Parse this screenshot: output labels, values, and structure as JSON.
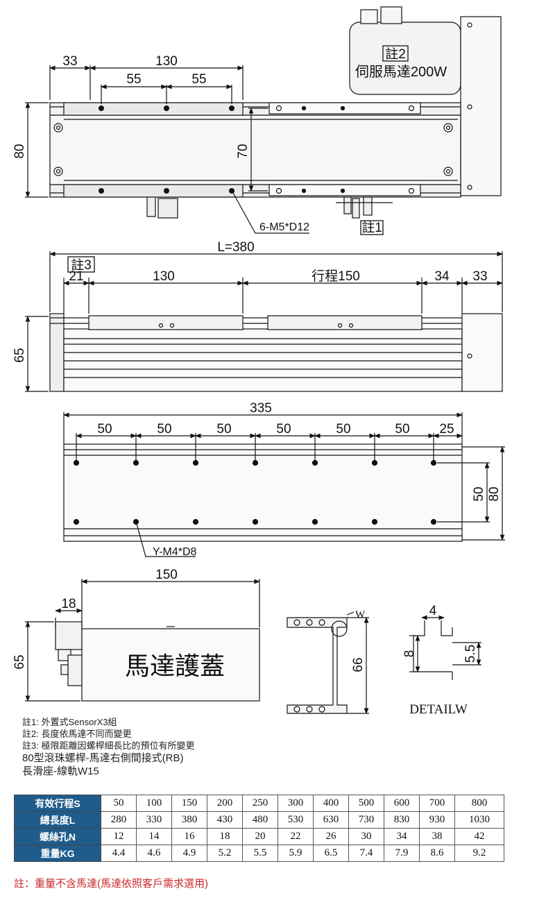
{
  "top_view": {
    "dim_33": "33",
    "dim_130": "130",
    "dim_55a": "55",
    "dim_55b": "55",
    "dim_80": "80",
    "dim_70": "70",
    "note2_tag": "註2",
    "motor_label": "伺服馬達200W",
    "hole_callout": "6-M5*D12",
    "note1_tag": "註1"
  },
  "side_view": {
    "total_length": "L=380",
    "note3_tag": "註3",
    "dim_21": "21",
    "dim_130": "130",
    "stroke": "行程150",
    "dim_34": "34",
    "dim_33": "33",
    "dim_65": "65"
  },
  "bottom_view": {
    "dim_335": "335",
    "pitches": [
      "50",
      "50",
      "50",
      "50",
      "50",
      "50",
      "25"
    ],
    "dim_50": "50",
    "dim_80": "80",
    "hole_callout": "Y-M4*D8"
  },
  "end_view": {
    "dim_150": "150",
    "dim_18": "18",
    "dim_65": "65",
    "cover_label": "馬達護蓋"
  },
  "profile_view": {
    "w_label": "W",
    "dim_66": "66"
  },
  "detail_view": {
    "dim_4": "4",
    "dim_8": "8",
    "dim_55": "5.5",
    "title": "DETAILW"
  },
  "notes": {
    "n1": "註1: 外置式SensorX3組",
    "n2": "註2: 長度依馬達不同而變更",
    "n3": "註3: 極限距離因螺桿細長比的預位有所變更",
    "model": "80型滾珠螺桿-馬達右側間接式(RB)",
    "slide": "長滑座-線軌W15"
  },
  "spec_table": {
    "rows": [
      {
        "label": "有效行程S",
        "values": [
          "50",
          "100",
          "150",
          "200",
          "250",
          "300",
          "400",
          "500",
          "600",
          "700",
          "800"
        ]
      },
      {
        "label": "總長度L",
        "values": [
          "280",
          "330",
          "380",
          "430",
          "480",
          "530",
          "630",
          "730",
          "830",
          "930",
          "1030"
        ]
      },
      {
        "label": "螺絲孔N",
        "values": [
          "12",
          "14",
          "16",
          "18",
          "20",
          "22",
          "26",
          "30",
          "34",
          "38",
          "42"
        ]
      },
      {
        "label": "重量KG",
        "values": [
          "4.4",
          "4.6",
          "4.9",
          "5.2",
          "5.5",
          "5.9",
          "6.5",
          "7.4",
          "7.9",
          "8.6",
          "9.2"
        ]
      }
    ]
  },
  "footnote": "註：重量不含馬達(馬達依照客戶需求選用)",
  "colors": {
    "header_bg": "#1f5c8c",
    "footnote": "#c82828",
    "line": "#111111",
    "body_fill": "#eeeeee"
  }
}
